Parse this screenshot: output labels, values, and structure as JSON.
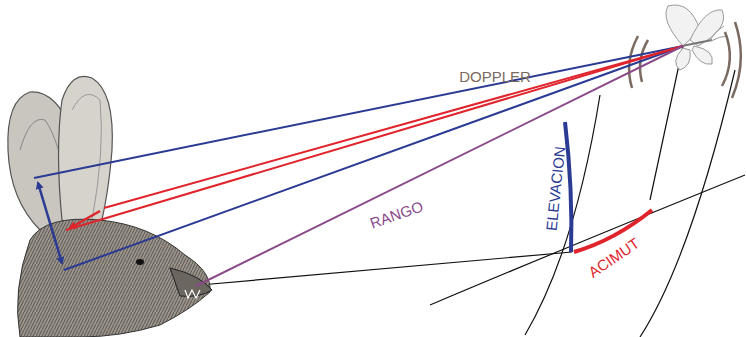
{
  "diagram": {
    "labels": [
      "DOPPLER",
      "RANGO",
      "ELEVACION",
      "ACIMUT"
    ]
  }
}
